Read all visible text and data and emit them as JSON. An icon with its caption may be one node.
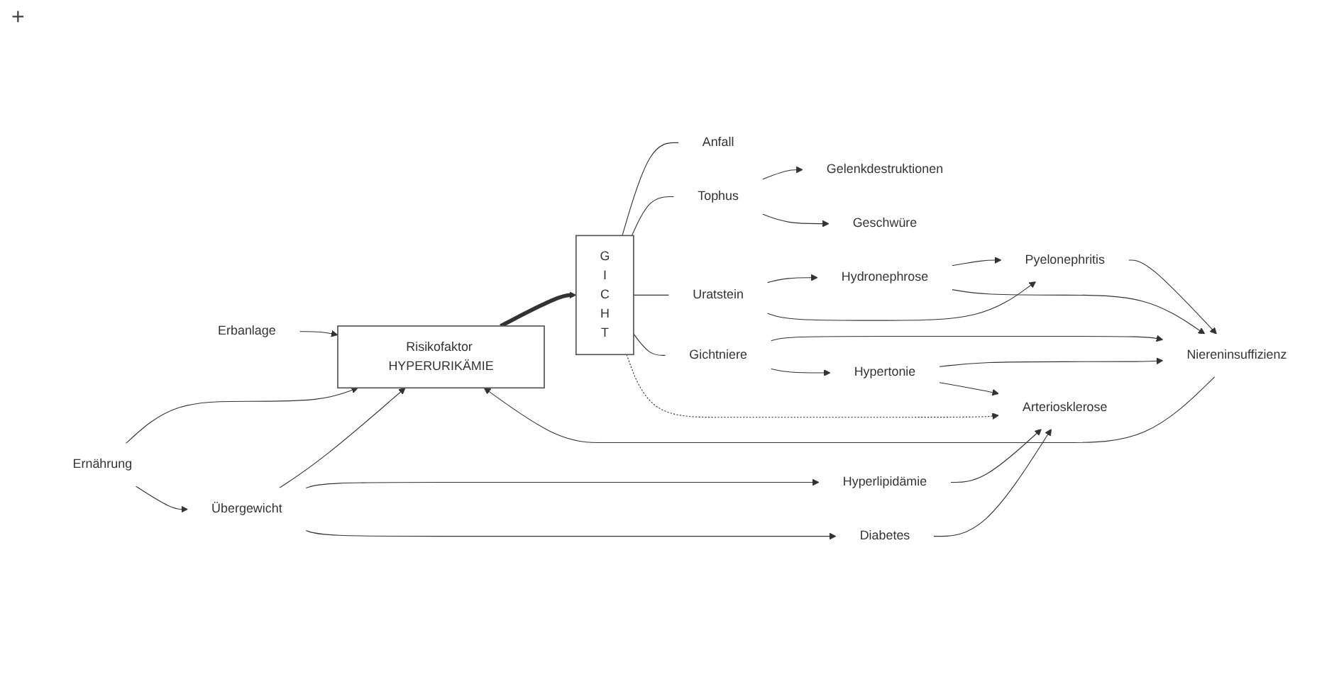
{
  "diagram": {
    "nodes": [
      {
        "text": [
          "Erbanlage"
        ]
      },
      {
        "text": [
          "Ernährung"
        ]
      },
      {
        "text": [
          "Risikofaktor HYPERURIKÄMIE"
        ]
      },
      {
        "text": [
          "G",
          "I",
          "C",
          "H",
          "T"
        ]
      },
      {
        "text": [
          "Anfall"
        ]
      },
      {
        "text": [
          "Tophus"
        ]
      },
      {
        "text": [
          "Uratstein"
        ]
      },
      {
        "text": [
          "Gichtniere"
        ]
      },
      {
        "text": [
          "Gelenkdestruktionen"
        ]
      },
      {
        "text": [
          "Geschwüre"
        ]
      },
      {
        "text": [
          "Hydronephrose"
        ]
      },
      {
        "text": [
          "Pyelonephritis"
        ]
      },
      {
        "text": [
          "Niereninsuffizienz"
        ]
      },
      {
        "text": [
          "Hypertonie"
        ]
      },
      {
        "text": [
          "Übergewicht"
        ]
      },
      {
        "text": [
          "Hyperlipidämie"
        ]
      },
      {
        "text": [
          "Diabetes"
        ]
      },
      {
        "text": [
          "Arteriosklerose"
        ]
      }
    ],
    "edges": [
      {
        "from": 0,
        "to": 2,
        "arrow": "to"
      },
      {
        "from": 1,
        "to": 2,
        "arrow": "to"
      },
      {
        "from": 1,
        "to": 14,
        "arrow": "to"
      },
      {
        "from": 14,
        "to": 2,
        "arrow": "to"
      },
      {
        "from": 2,
        "to": 3,
        "arrow": "to",
        "style": "thick"
      },
      {
        "from": 3,
        "to": 4,
        "arrow": "none"
      },
      {
        "from": 3,
        "to": 5,
        "arrow": "none"
      },
      {
        "from": 3,
        "to": 6,
        "arrow": "none"
      },
      {
        "from": 3,
        "to": 7,
        "arrow": "none"
      },
      {
        "from": 5,
        "to": 8,
        "arrow": "to"
      },
      {
        "from": 5,
        "to": 9,
        "arrow": "to"
      },
      {
        "from": 6,
        "to": 10,
        "arrow": "to"
      },
      {
        "from": 6,
        "to": 11,
        "arrow": "to"
      },
      {
        "from": 10,
        "to": 11,
        "arrow": "to"
      },
      {
        "from": 10,
        "to": 12,
        "arrow": "to"
      },
      {
        "from": 11,
        "to": 12,
        "arrow": "to"
      },
      {
        "from": 7,
        "to": 12,
        "arrow": "to"
      },
      {
        "from": 7,
        "to": 13,
        "arrow": "to"
      },
      {
        "from": 13,
        "to": 12,
        "arrow": "to"
      },
      {
        "from": 12,
        "to": 2,
        "arrow": "to"
      },
      {
        "from": 13,
        "to": 17,
        "arrow": "to"
      },
      {
        "from": 3,
        "to": 17,
        "arrow": "to",
        "style": "dashed"
      },
      {
        "from": 14,
        "to": 15,
        "arrow": "to"
      },
      {
        "from": 14,
        "to": 16,
        "arrow": "to"
      },
      {
        "from": 15,
        "to": 17,
        "arrow": "to"
      },
      {
        "from": 16,
        "to": 17,
        "arrow": "to"
      }
    ],
    "labels": [
      "+"
    ]
  }
}
